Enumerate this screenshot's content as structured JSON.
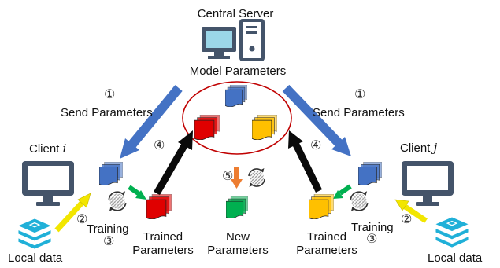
{
  "server": {
    "title": "Central Server",
    "model_params_label": "Model Parameters"
  },
  "left": {
    "client_label": "Client ",
    "client_var": "i",
    "send_label": "Send Parameters",
    "step_send": "①",
    "step_upload": "④",
    "step_data": "②",
    "step_train": "③",
    "training_label": "Training",
    "trained_label_1": "Trained",
    "trained_label_2": "Parameters",
    "local_data_label": "Local data"
  },
  "right": {
    "client_label": "Client ",
    "client_var": "j",
    "send_label": "Send Parameters",
    "step_send": "①",
    "step_upload": "④",
    "step_data": "②",
    "step_train": "③",
    "training_label": "Training",
    "trained_label_1": "Trained",
    "trained_label_2": "Parameters",
    "local_data_label": "Local data"
  },
  "center": {
    "step_aggregate": "⑤",
    "new_label_1": "New",
    "new_label_2": "Parameters"
  },
  "colors": {
    "blue_params": "#4472c4",
    "red_params": "#e00000",
    "yellow_params": "#ffc000",
    "green_params": "#00b050",
    "arrow_blue": "#4472c4",
    "arrow_black": "#0a0a0a",
    "arrow_yellow": "#ffff00",
    "arrow_green": "#00b050",
    "arrow_orange": "#ed7d31",
    "icon_gray": "#44546a",
    "data_cyan": "#20b0d8",
    "ellipse": "#c00000"
  }
}
